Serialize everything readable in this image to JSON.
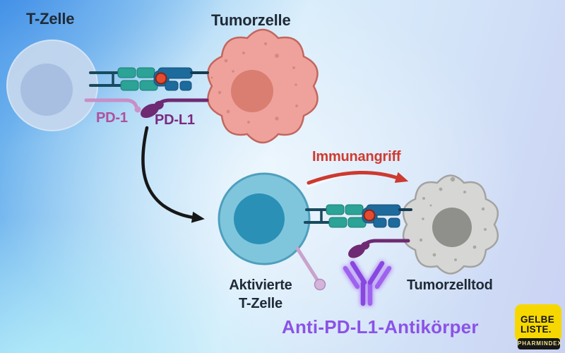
{
  "labels": {
    "t_cell": "T-Zelle",
    "tumor_cell": "Tumorzelle",
    "pd1": "PD-1",
    "pdl1": "PD-L1",
    "immune_attack": "Immunangriff",
    "activated_t_cell_line1": "Aktivierte",
    "activated_t_cell_line2": "T-Zelle",
    "tumor_cell_death": "Tumorzelltod",
    "antibody": "Anti-PD-L1-Antikörper"
  },
  "logo": {
    "line1": "GELBE",
    "line2": "LISTE.",
    "badge": "PHARMINDEX"
  },
  "icons": {
    "t_cell": "round light-blue immune cell",
    "activated_t_cell": "round teal-blue activated immune cell",
    "tumor_cell": "lumpy pink tumor cell",
    "dying_tumor_cell": "lumpy grey dead tumor cell",
    "receptor_complex": "TCR-MHC receptor blocks with red antigen dot",
    "pd1_receptor": "pink PD-1 receptor stalk",
    "pdl1_ligand": "purple PD-L1 ligand stalk",
    "antibody": "glowing purple Y-shaped antibody",
    "activation_arrow": "black curved arrow",
    "attack_arrow": "red curved arrow"
  },
  "colors": {
    "pd1_pink": "#C98EC6",
    "pd1_label": "#B0509C",
    "pdl1_purple": "#6E2A72",
    "pdl1_label": "#7B2982",
    "attack_red": "#CC3A30",
    "antibody_purple": "#8A4BE0",
    "antibody_label": "#8B52E8",
    "receptor_teal": "#2BA396",
    "receptor_blue": "#1D6A9C",
    "antigen_red": "#E44B2F",
    "tumor_pink": "#EFA29B",
    "dead_grey": "#D6D6D4",
    "logo_yellow": "#F6D800",
    "label_dark": "#1F2A36"
  }
}
